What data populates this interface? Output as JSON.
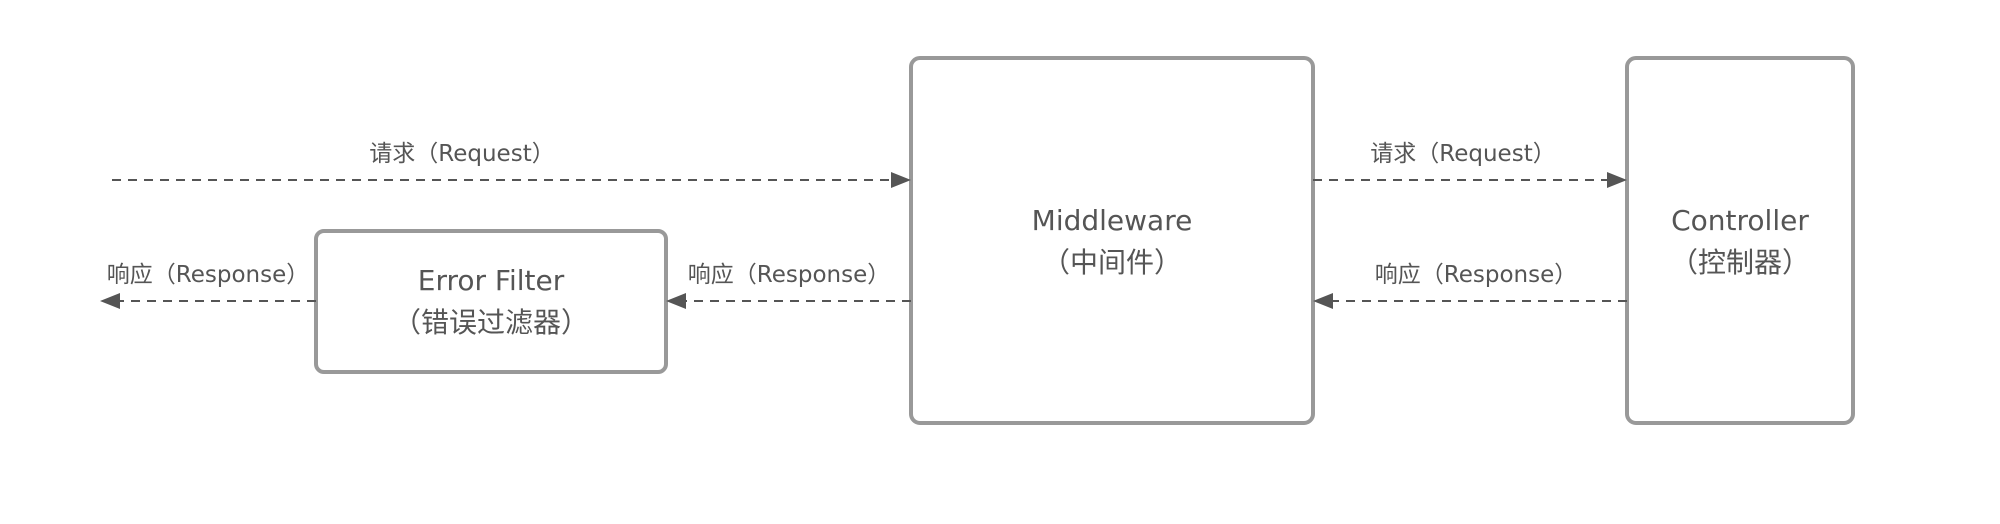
{
  "nodes": {
    "middleware": {
      "title": "Middleware",
      "subtitle": "（中间件）"
    },
    "controller": {
      "title": "Controller",
      "subtitle": "（控制器）"
    },
    "error_filter": {
      "title": "Error Filter",
      "subtitle": "（错误过滤器）"
    }
  },
  "edges": {
    "client_request": {
      "label": "请求（Request）"
    },
    "middleware_to_controller_request": {
      "label": "请求（Request）"
    },
    "controller_to_middleware_response": {
      "label": "响应（Response）"
    },
    "middleware_to_filter_response": {
      "label": "响应（Response）"
    },
    "filter_to_client_response": {
      "label": "响应（Response）"
    }
  },
  "colors": {
    "box_border": "#999999",
    "line": "#555555",
    "text": "#555555",
    "background": "#ffffff"
  }
}
